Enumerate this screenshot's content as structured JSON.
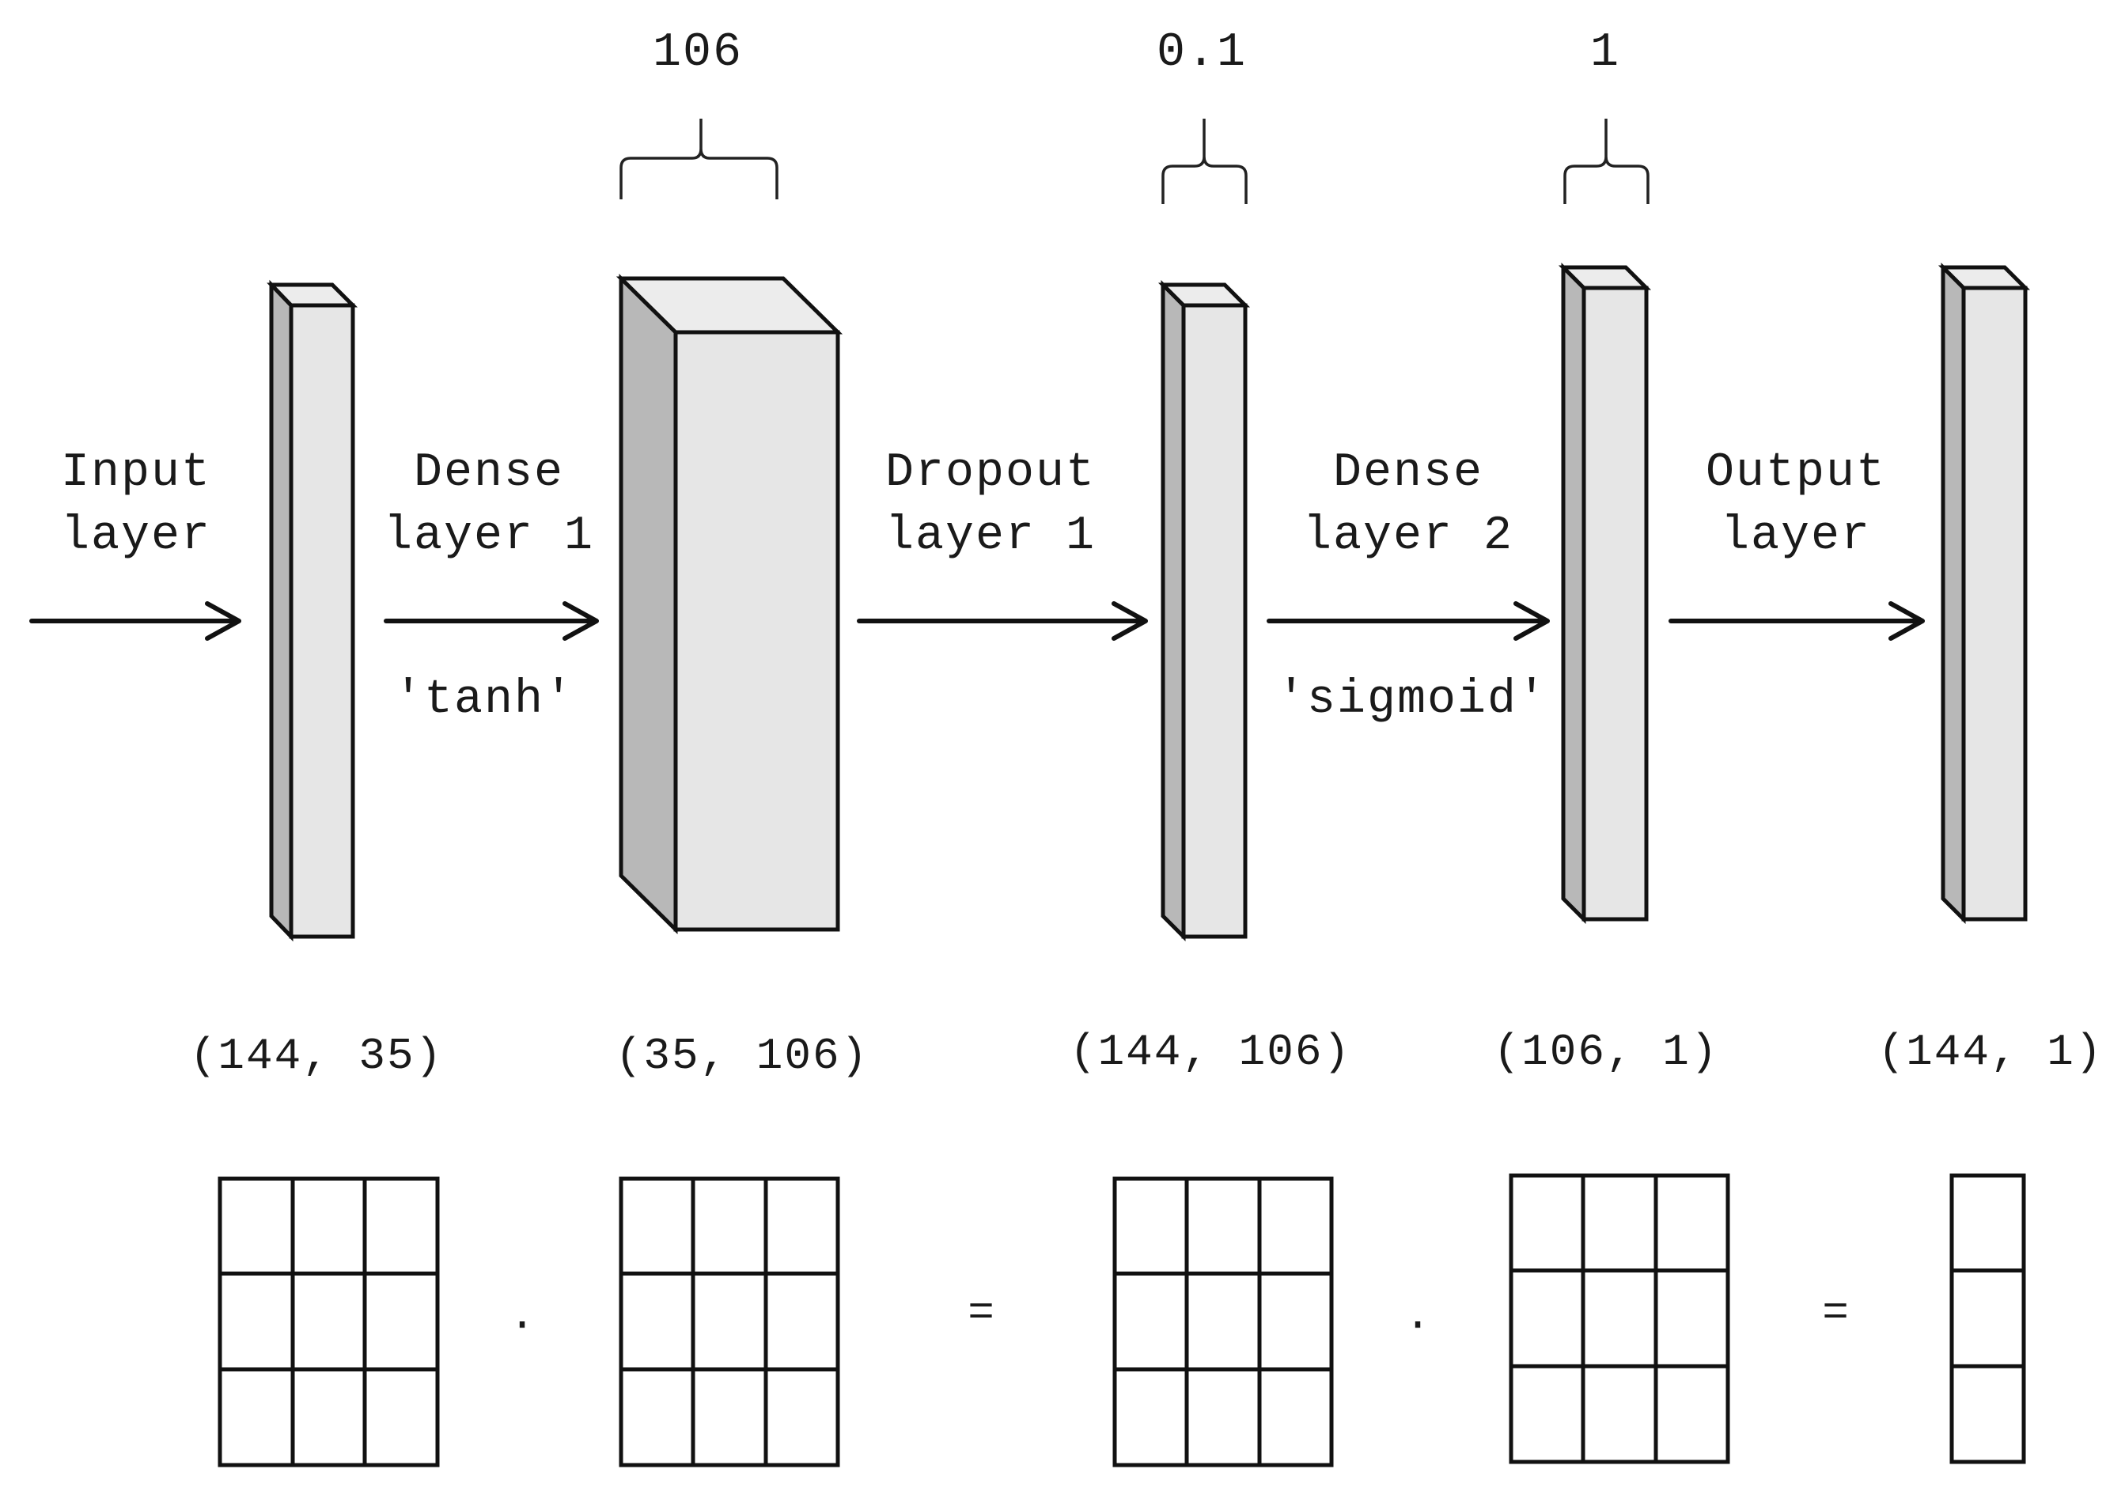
{
  "layers": [
    {
      "title_line1": "Input",
      "title_line2": "layer",
      "activation": "",
      "brace_value": "",
      "output_shape": "(144, 35)"
    },
    {
      "title_line1": "Dense",
      "title_line2": "layer 1",
      "activation": "'tanh'",
      "brace_value": "106",
      "output_shape": "(35, 106)"
    },
    {
      "title_line1": "Dropout",
      "title_line2": "layer 1",
      "activation": "",
      "brace_value": "0.1",
      "output_shape": "(144, 106)"
    },
    {
      "title_line1": "Dense",
      "title_line2": "layer 2",
      "activation": "'sigmoid'",
      "brace_value": "1",
      "output_shape": "(106, 1)"
    },
    {
      "title_line1": "Output",
      "title_line2": "layer",
      "activation": "",
      "brace_value": "",
      "output_shape": "(144, 1)"
    }
  ],
  "equation": {
    "op1": "·",
    "op2": "=",
    "op3": "·",
    "op4": "="
  }
}
